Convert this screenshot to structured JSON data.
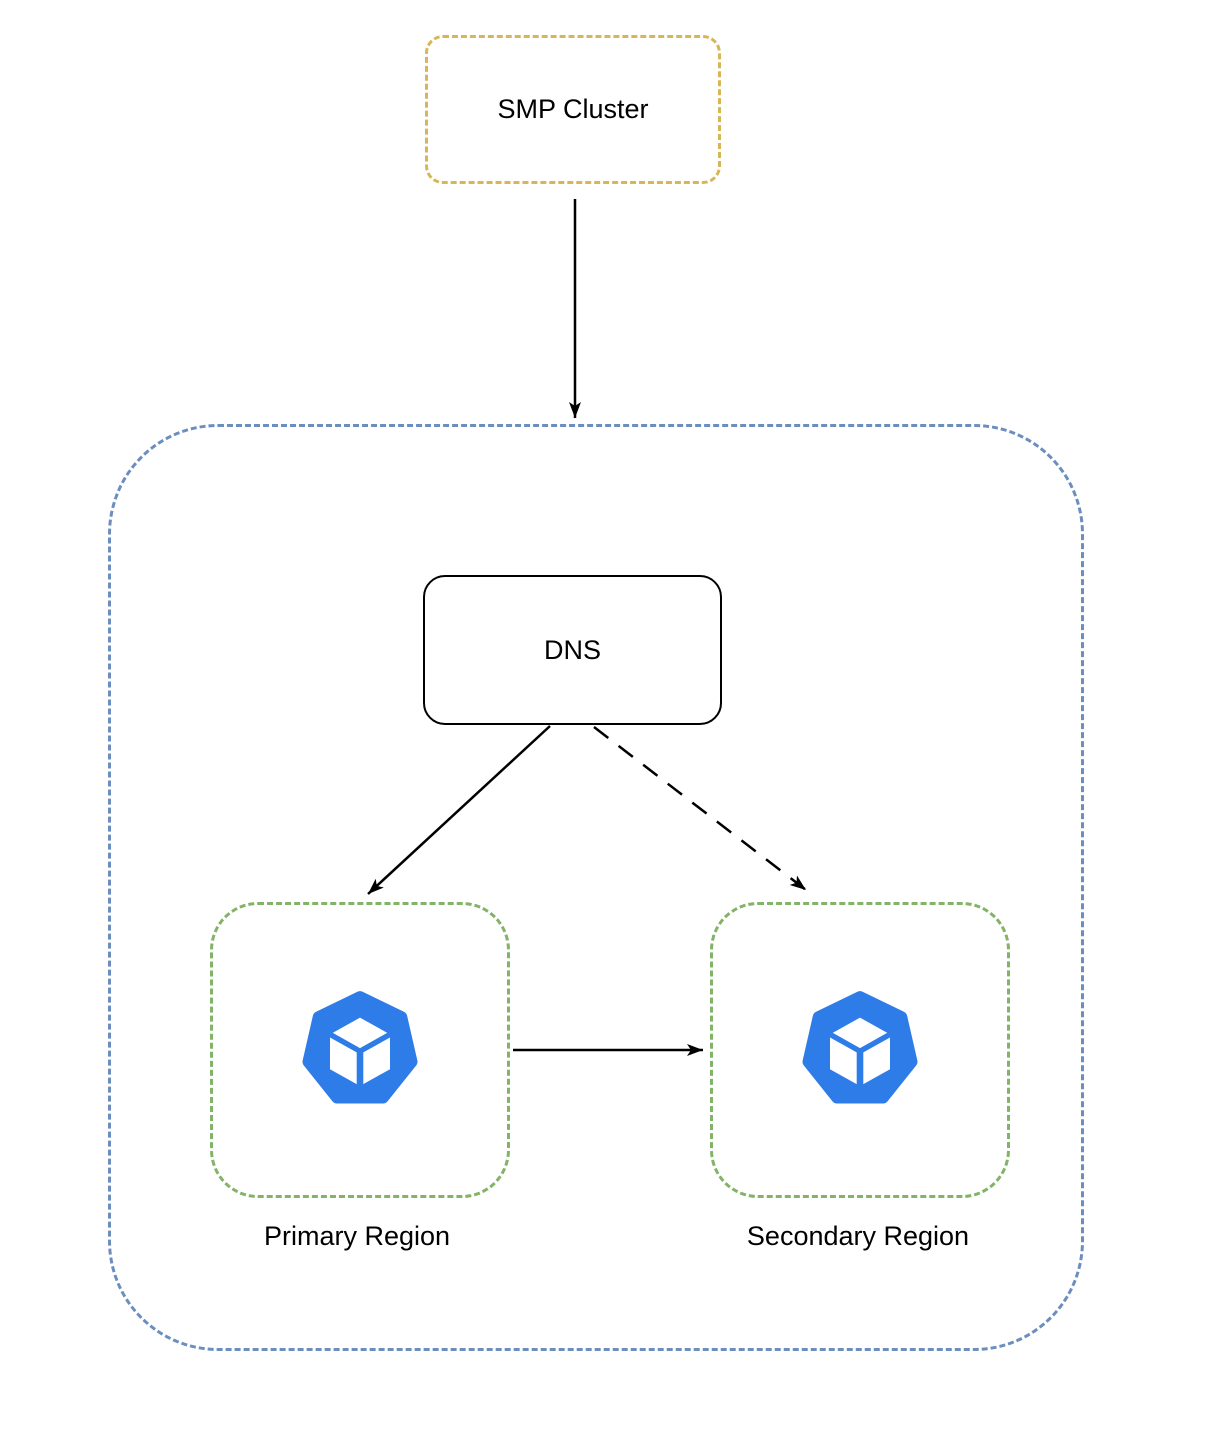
{
  "diagram": {
    "nodes": [
      {
        "id": "smp-cluster",
        "label": "SMP Cluster",
        "shape": "dashed-rounded-rect"
      },
      {
        "id": "cluster-boundary",
        "label": "",
        "shape": "large-dashed-rounded-container"
      },
      {
        "id": "dns",
        "label": "DNS",
        "shape": "solid-rounded-rect"
      },
      {
        "id": "primary-region",
        "label": "Primary Region",
        "icon": "container-cube-icon",
        "shape": "dashed-rounded-rect"
      },
      {
        "id": "secondary-region",
        "label": "Secondary Region",
        "icon": "container-cube-icon",
        "shape": "dashed-rounded-rect"
      }
    ],
    "edges": [
      {
        "from": "smp-cluster",
        "to": "cluster-boundary",
        "style": "solid",
        "direction": "down"
      },
      {
        "from": "dns",
        "to": "primary-region",
        "style": "solid",
        "direction": "down-left"
      },
      {
        "from": "dns",
        "to": "secondary-region",
        "style": "dashed",
        "direction": "down-right"
      },
      {
        "from": "primary-region",
        "to": "secondary-region",
        "style": "solid",
        "direction": "right"
      }
    ],
    "colors": {
      "background": "#ffffff",
      "text": "#000000",
      "smp_cluster_border": "#d6b656",
      "cluster_boundary_border": "#6c8ebf",
      "region_border": "#82b366",
      "dns_border": "#000000",
      "edge": "#000000",
      "icon": "#2e7ce8"
    }
  }
}
